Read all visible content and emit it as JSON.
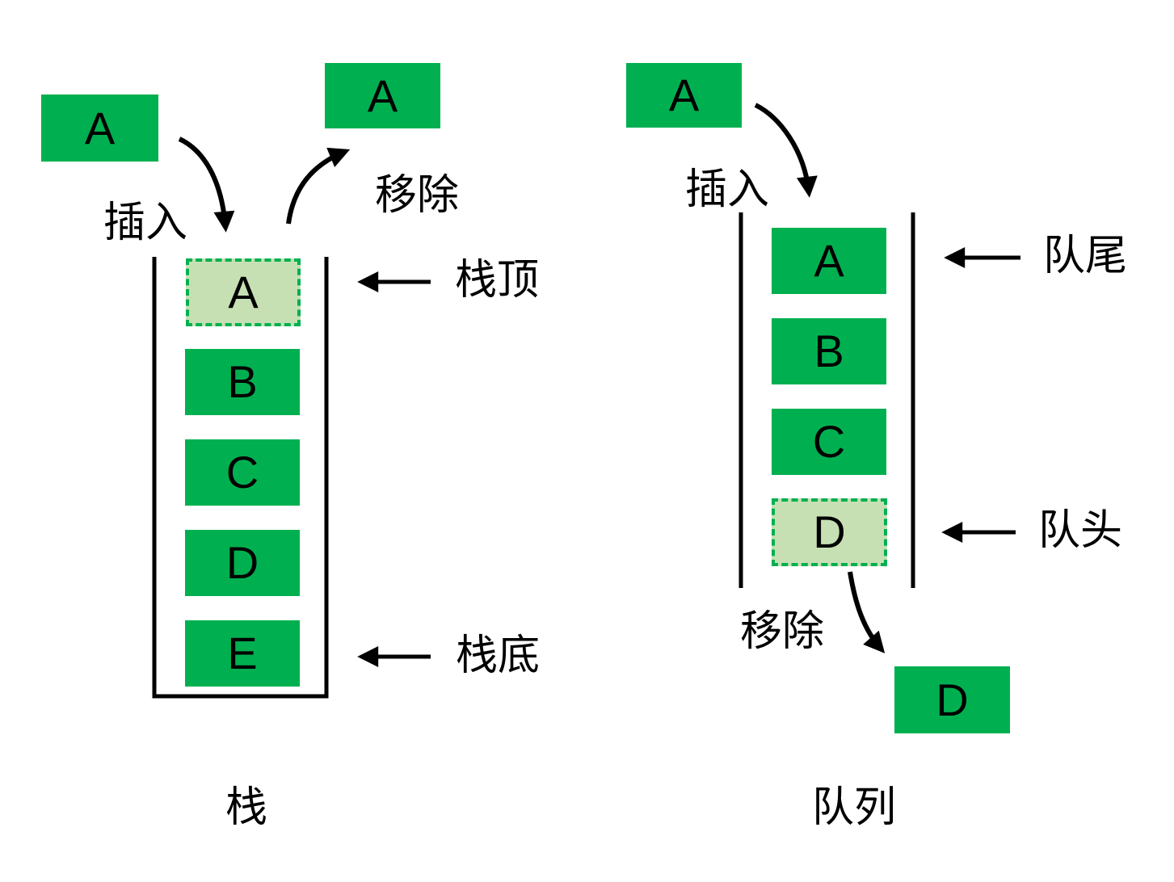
{
  "colors": {
    "box_green": "#00b050",
    "box_light_green": "#c6e0b4",
    "line_black": "#000000"
  },
  "stack": {
    "title": "栈",
    "insert_label": "插入",
    "remove_label": "移除",
    "incoming_item": "A",
    "outgoing_item": "A",
    "top_pointer": "栈顶",
    "bottom_pointer": "栈底",
    "items": [
      {
        "label": "A",
        "highlighted": true
      },
      {
        "label": "B",
        "highlighted": false
      },
      {
        "label": "C",
        "highlighted": false
      },
      {
        "label": "D",
        "highlighted": false
      },
      {
        "label": "E",
        "highlighted": false
      }
    ]
  },
  "queue": {
    "title": "队列",
    "insert_label": "插入",
    "remove_label": "移除",
    "incoming_item": "A",
    "outgoing_item": "D",
    "tail_pointer": "队尾",
    "head_pointer": "队头",
    "items": [
      {
        "label": "A",
        "highlighted": false
      },
      {
        "label": "B",
        "highlighted": false
      },
      {
        "label": "C",
        "highlighted": false
      },
      {
        "label": "D",
        "highlighted": true
      }
    ]
  }
}
